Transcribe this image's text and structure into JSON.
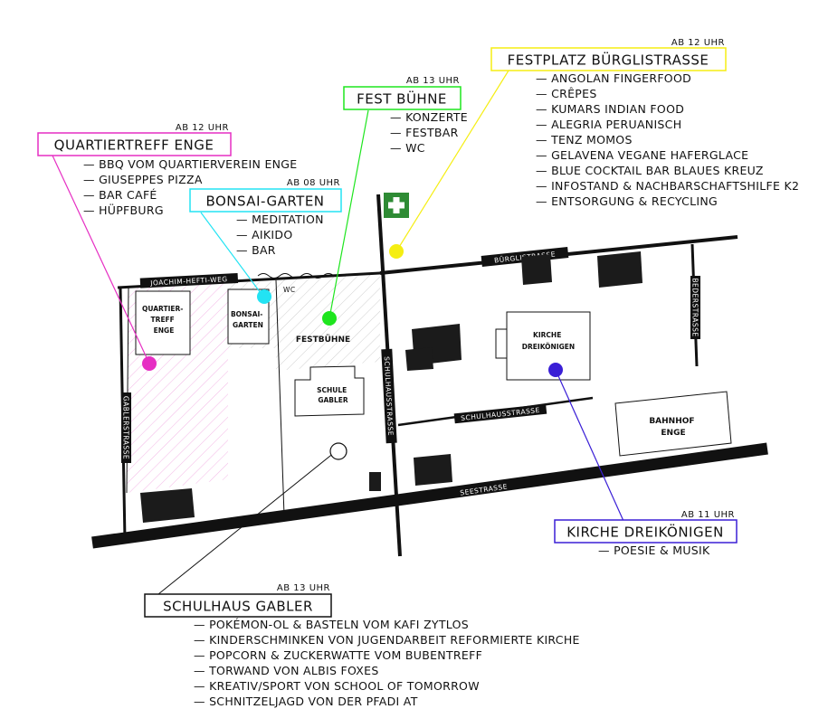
{
  "colors": {
    "quartiertreff": "#e62fc3",
    "bonsai": "#23e3f3",
    "festbuehne": "#1ee51e",
    "festplatz": "#f5ee12",
    "kirche": "#3a1fd6",
    "schulhaus": "#111111",
    "first_aid": "#2e8b34"
  },
  "locations": {
    "quartiertreff": {
      "time": "AB 12 UHR",
      "title": "QUARTIERTREFF ENGE",
      "items": [
        "— BBQ VOM QUARTIERVEREIN ENGE",
        "— GIUSEPPES PIZZA",
        "— BAR CAFÉ",
        "— HÜPFBURG"
      ]
    },
    "bonsai": {
      "time": "AB 08 UHR",
      "title": "BONSAI-GARTEN",
      "items": [
        "— MEDITATION",
        "— AIKIDO",
        "— BAR"
      ]
    },
    "festbuehne": {
      "time": "AB 13 UHR",
      "title": "FEST BÜHNE",
      "items": [
        "— KONZERTE",
        "— FESTBAR",
        "— WC"
      ]
    },
    "festplatz": {
      "time": "AB 12 UHR",
      "title": "FESTPLATZ BÜRGLISTRASSE",
      "items": [
        "— ANGOLAN FINGERFOOD",
        "— CRÊPES",
        "— KUMARS INDIAN FOOD",
        "— ALEGRIA PERUANISCH",
        "— TENZ MOMOS",
        "— GELAVENA VEGANE HAFERGLACE",
        "— BLUE COCKTAIL BAR BLAUES KREUZ",
        "— INFOSTAND & NACHBARSCHAFTSHILFE K2",
        "— ENTSORGUNG & RECYCLING"
      ]
    },
    "kirche": {
      "time": "AB 11 UHR",
      "title": "KIRCHE DREIKÖNIGEN",
      "items": [
        "— POESIE & MUSIK"
      ]
    },
    "schulhaus": {
      "time": "AB 13 UHR",
      "title": "SCHULHAUS GABLER",
      "items": [
        "— POKÉMON-OL & BASTELN VOM KAFI ZYTLOS",
        "— KINDERSCHMINKEN VON JUGENDARBEIT REFORMIERTE KIRCHE",
        "— POPCORN & ZUCKERWATTE VOM BUBENTREFF",
        "— TORWAND VON ALBIS FOXES",
        "— KREATIV/SPORT VON SCHOOL OF TOMORROW",
        "— SCHNITZELJAGD VON DER PFADI AT"
      ]
    }
  },
  "streets": {
    "joachim": "JOACHIM-HEFTI-WEG",
    "buergli": "BÜRGLISTRASSE",
    "beder": "BEDERSTRASSE",
    "gabler": "GABLERSTRASSE",
    "schulhaus_v": "SCHULHAUSSTRASSE",
    "schulhaus_h": "SCHULHAUSSTRASSE",
    "see": "SEESTRASSE"
  },
  "buildings": {
    "quartiertreff": [
      "QUARTIER-",
      "TREFF",
      "ENGE"
    ],
    "bonsai": [
      "BONSAI-",
      "GARTEN"
    ],
    "festbuehne": "FESTBÜHNE",
    "schule": [
      "SCHULE",
      "GABLER"
    ],
    "kirche": [
      "KIRCHE",
      "DREIKÖNIGEN"
    ],
    "bahnhof": [
      "BAHNHOF",
      "ENGE"
    ],
    "wc": "WC"
  }
}
